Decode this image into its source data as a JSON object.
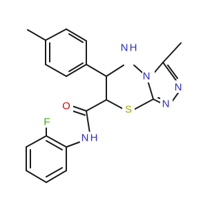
{
  "colors": {
    "bond": "#1a1a1a",
    "nitrogen": "#2a2acc",
    "sulfur": "#a8a800",
    "oxygen": "#e00000",
    "fluorine": "#39b000",
    "background": "#ffffff"
  },
  "labels": {
    "nh_ring": "H",
    "n_ring": "N",
    "n_fused": "N",
    "n_triazole_1": "N",
    "n_triazole_2": "N",
    "n_triazole_3": "N",
    "s_ring": "S",
    "o_carbonyl": "O",
    "n_amide": "N",
    "h_amide": "H",
    "f_aryl": "F"
  }
}
